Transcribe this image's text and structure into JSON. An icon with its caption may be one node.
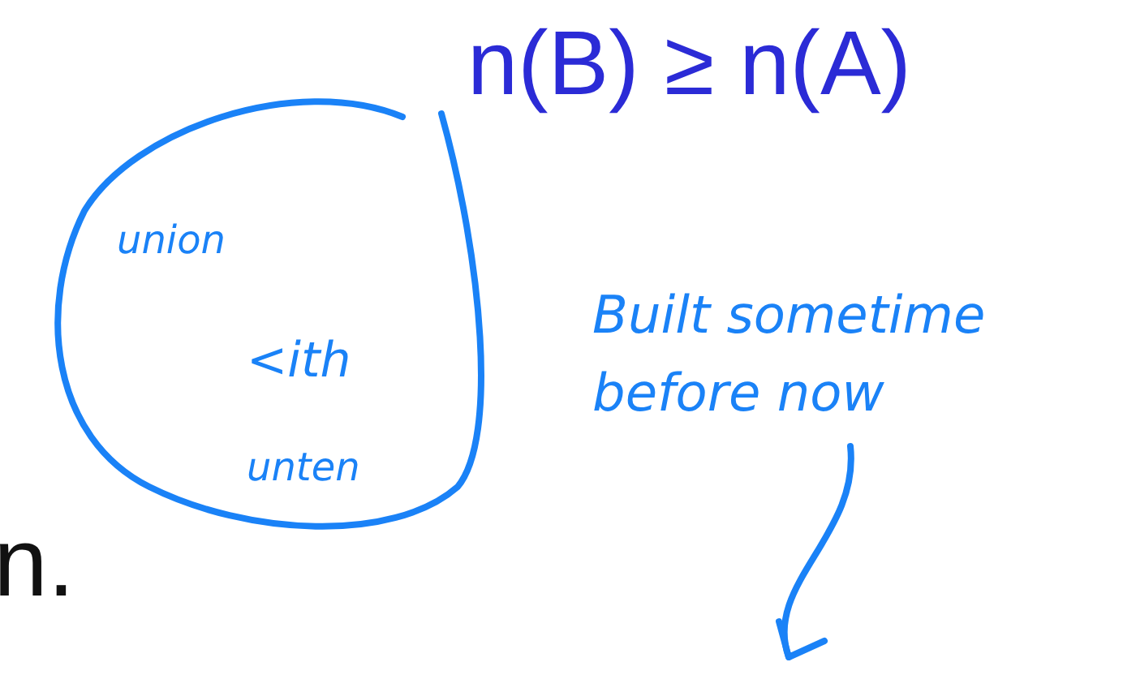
{
  "diagram": {
    "title": "n(B) ≥ n(A)",
    "nodes": [
      {
        "text": [
          "union",
          "<ith",
          "unten"
        ]
      },
      {
        "text": [
          "Built sometime before now"
        ]
      }
    ],
    "labels": [
      "n."
    ]
  }
}
